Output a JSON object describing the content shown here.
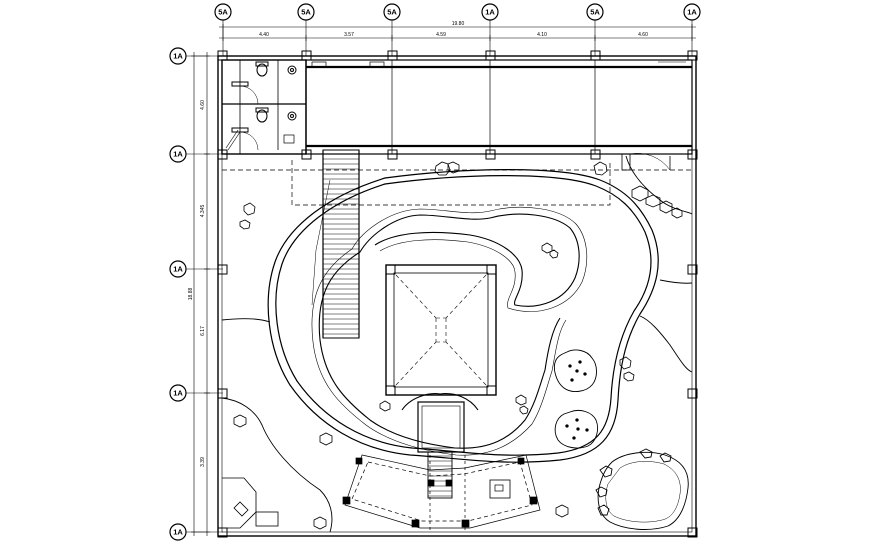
{
  "drawing": {
    "top_grid_labels": [
      "5A",
      "5A",
      "5A",
      "1A",
      "5A",
      "1A"
    ],
    "left_grid_labels": [
      "1A",
      "1A",
      "1A",
      "1A",
      "1A"
    ],
    "top_dimensions": [
      "4.40",
      "3.57",
      "4.59",
      "4.10",
      "4.60"
    ],
    "top_overall_dimension": "19.80",
    "left_dimensions": [
      "4.60",
      "4.345",
      "6.17",
      "3.39"
    ],
    "left_overall_dimension": "18.88"
  },
  "colors": {
    "line": "#000000",
    "background": "#ffffff"
  }
}
